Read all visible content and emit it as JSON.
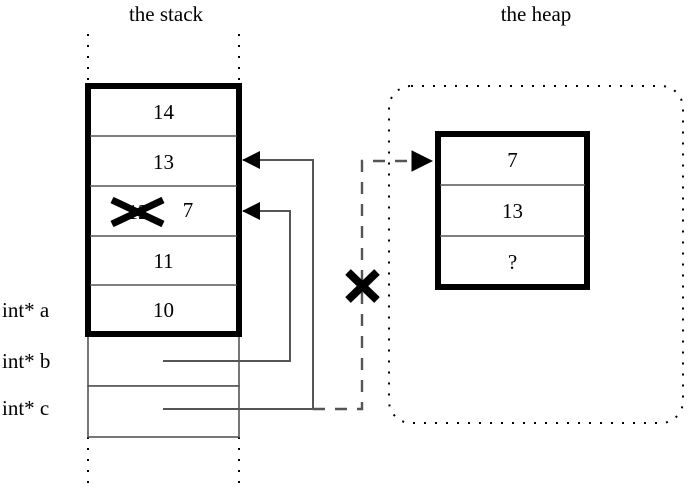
{
  "diagram": {
    "titles": {
      "stack": "the stack",
      "heap": "the heap"
    },
    "stack": {
      "frame_cells": [
        {
          "value": "14",
          "struck": false
        },
        {
          "value": "13",
          "struck": false
        },
        {
          "value": "12",
          "struck": true,
          "new_value": "7"
        },
        {
          "value": "11",
          "struck": false
        },
        {
          "value": "10",
          "struck": false
        }
      ],
      "pointer_rows": [
        {
          "label": "int* a",
          "value": ""
        },
        {
          "label": "int* b",
          "value": ""
        },
        {
          "label": "int* c",
          "value": ""
        }
      ],
      "labels": {
        "a": "int* a",
        "b": "int* b",
        "c": "int* c"
      }
    },
    "heap": {
      "cells": [
        {
          "value": "7"
        },
        {
          "value": "13"
        },
        {
          "value": "?"
        }
      ]
    },
    "marks": {
      "strike_value": "12",
      "replacement_value": "7",
      "invalid_pointer_mark": "X"
    },
    "colors": {
      "ink": "#000000",
      "thin_line": "#555555",
      "background": "#ffffff"
    }
  }
}
